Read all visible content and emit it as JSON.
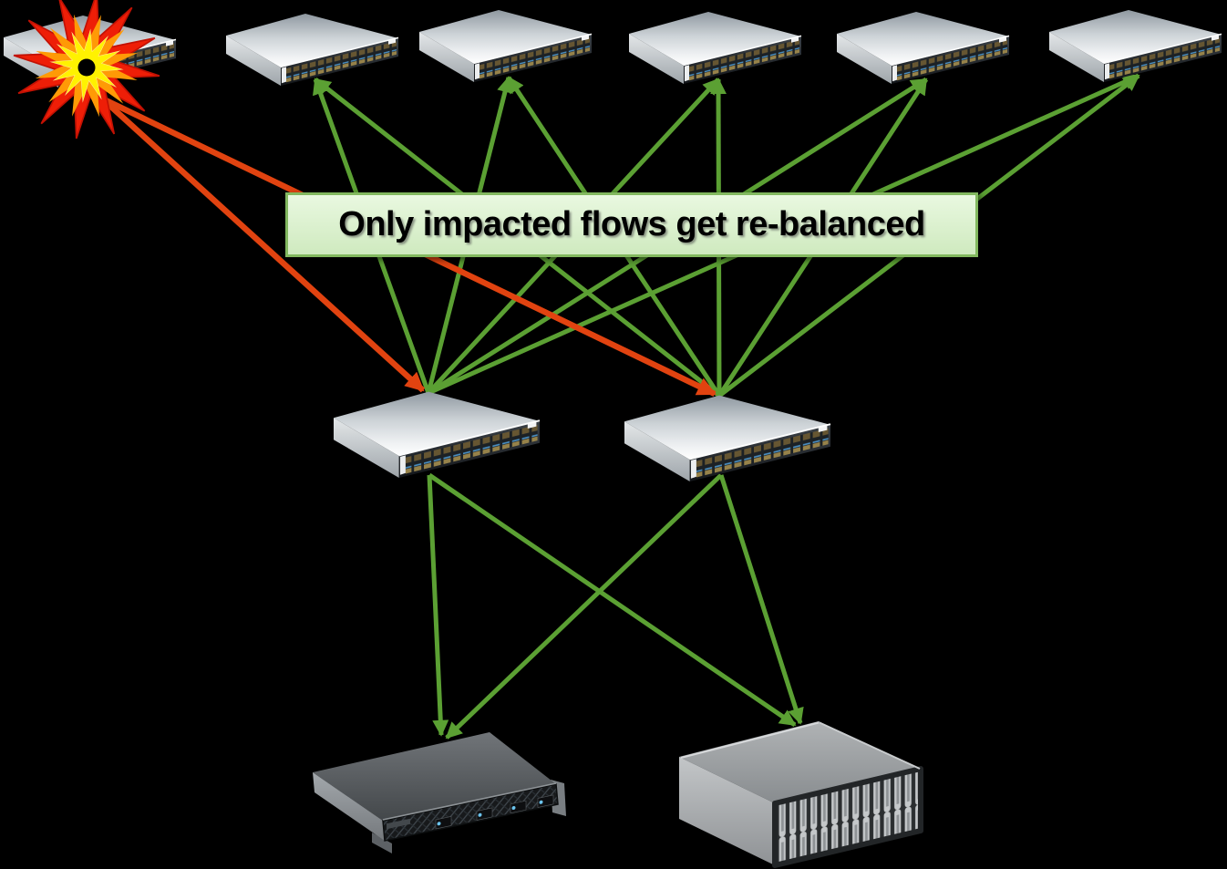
{
  "annotation": {
    "text": "Only impacted flows get re-balanced"
  },
  "colors": {
    "background": "#000000",
    "flow_healthy": "#5ba033",
    "flow_impacted": "#e14310",
    "annotation_border": "#82b85f",
    "annotation_bg_top": "#e9f8e0",
    "annotation_bg_bottom": "#cfeabf",
    "annotation_text": "#000000"
  },
  "nodes": {
    "spine_switches": [
      {
        "id": "spine-1",
        "status": "failed"
      },
      {
        "id": "spine-2",
        "status": "healthy"
      },
      {
        "id": "spine-3",
        "status": "healthy"
      },
      {
        "id": "spine-4",
        "status": "healthy"
      },
      {
        "id": "spine-5",
        "status": "healthy"
      },
      {
        "id": "spine-6",
        "status": "healthy"
      }
    ],
    "leaf_switches": [
      {
        "id": "leaf-1"
      },
      {
        "id": "leaf-2"
      }
    ],
    "endpoints": [
      {
        "id": "server-1",
        "type": "rack-server"
      },
      {
        "id": "storage-1",
        "type": "storage-array"
      }
    ]
  },
  "links": {
    "impacted": [
      {
        "from": "spine-1",
        "to": "leaf-1"
      },
      {
        "from": "spine-1",
        "to": "leaf-2"
      }
    ],
    "healthy_spine_leaf": [
      {
        "from": "spine-2",
        "to": "leaf-1"
      },
      {
        "from": "spine-3",
        "to": "leaf-1"
      },
      {
        "from": "spine-4",
        "to": "leaf-1"
      },
      {
        "from": "spine-5",
        "to": "leaf-1"
      },
      {
        "from": "spine-6",
        "to": "leaf-1"
      },
      {
        "from": "spine-2",
        "to": "leaf-2"
      },
      {
        "from": "spine-3",
        "to": "leaf-2"
      },
      {
        "from": "spine-4",
        "to": "leaf-2"
      },
      {
        "from": "spine-5",
        "to": "leaf-2"
      },
      {
        "from": "spine-6",
        "to": "leaf-2"
      }
    ],
    "healthy_leaf_endpoint": [
      {
        "from": "leaf-1",
        "to": "server-1"
      },
      {
        "from": "leaf-1",
        "to": "storage-1"
      },
      {
        "from": "leaf-2",
        "to": "server-1"
      },
      {
        "from": "leaf-2",
        "to": "storage-1"
      }
    ]
  }
}
